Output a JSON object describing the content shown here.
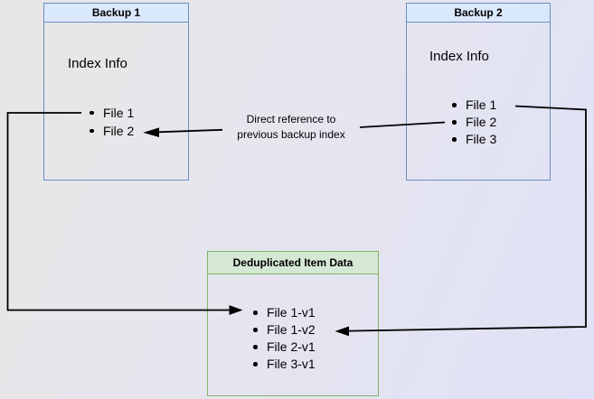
{
  "diagram": {
    "backup1": {
      "title": "Backup 1",
      "subtitle": "Index Info",
      "files": [
        "File 1",
        "File 2"
      ]
    },
    "backup2": {
      "title": "Backup 2",
      "subtitle": "Index Info",
      "files": [
        "File 1",
        "File 2",
        "File 3"
      ]
    },
    "dedup": {
      "title": "Deduplicated Item Data",
      "items": [
        "File 1-v1",
        "File 1-v2",
        "File 2-v1",
        "File 3-v1"
      ]
    },
    "annotation": {
      "lines": [
        "Direct reference to",
        "previous backup index"
      ]
    }
  },
  "colors": {
    "blue_fill": "#dae8fc",
    "blue_border": "#6c8ebf",
    "green_fill": "#d5e8d4",
    "green_border": "#82b366",
    "connector": "#000000",
    "bg_left": "#e7e5e4",
    "bg_right": "#dfe1f6"
  }
}
